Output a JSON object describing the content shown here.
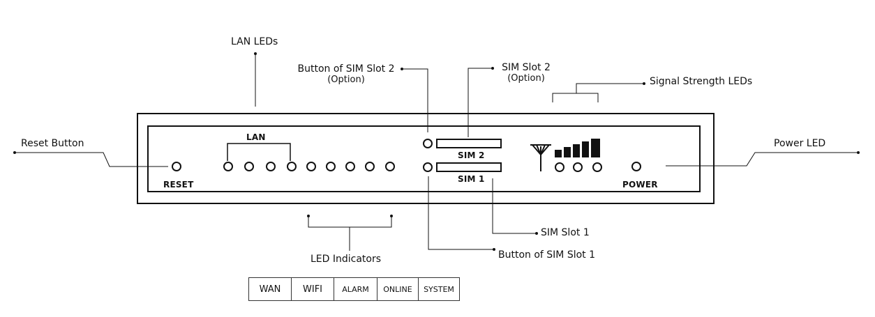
{
  "callouts": {
    "lan_leds": "LAN LEDs",
    "button_sim2_line1": "Button of SIM Slot 2",
    "button_sim2_line2": "(Option)",
    "sim_slot2_line1": "SIM Slot 2",
    "sim_slot2_line2": "(Option)",
    "signal_strength": "Signal Strength LEDs",
    "reset_button": "Reset Button",
    "power_led": "Power LED",
    "led_indicators": "LED Indicators",
    "sim_slot1": "SIM Slot 1",
    "button_sim1": "Button of SIM Slot 1"
  },
  "panel": {
    "lan_label": "LAN",
    "reset_label": "RESET",
    "sim2_label": "SIM 2",
    "sim1_label": "SIM 1",
    "power_label": "POWER"
  },
  "legend": [
    "WAN",
    "WIFI",
    "ALARM",
    "ONLINE",
    "SYSTEM"
  ],
  "icons": {
    "antenna": "antenna-icon",
    "signal_bars": "signal-bars-icon"
  }
}
